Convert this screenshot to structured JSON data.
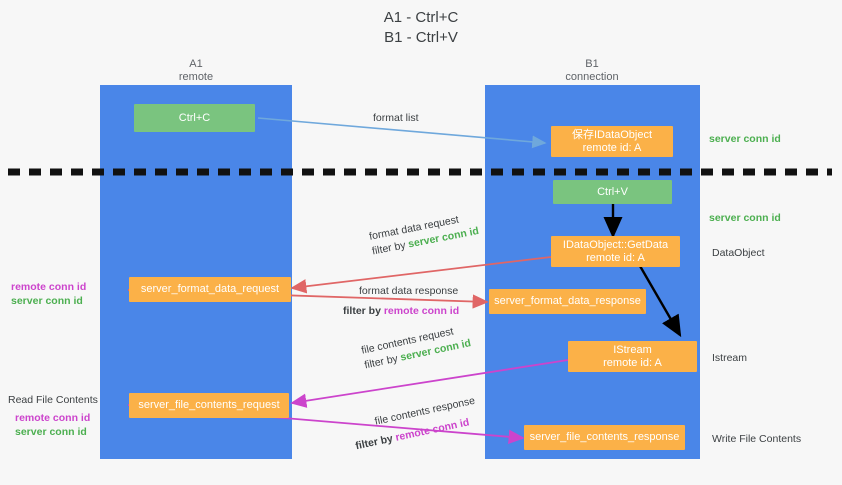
{
  "title": {
    "line1": "A1 - Ctrl+C",
    "line2": "B1 - Ctrl+V"
  },
  "columns": [
    {
      "name": "A1",
      "sub": "remote"
    },
    {
      "name": "B1",
      "sub": "connection"
    }
  ],
  "colors": {
    "lane": "#4a86e8",
    "green_box": "#7ac47f",
    "orange_box": "#fbb148",
    "server_conn_id": "#4caf50",
    "remote_conn_id": "#cc44cc",
    "arrow_blue": "#6fa8dc",
    "arrow_red": "#e06666",
    "arrow_magenta": "#cc44cc",
    "arrow_black": "#000000",
    "background": "#f7f7f7"
  },
  "boxes": [
    {
      "id": "ctrl-c",
      "label": "Ctrl+C",
      "sub": "",
      "style": "green"
    },
    {
      "id": "save-idataobject",
      "label": "保存IDataObject",
      "sub": "remote id: A",
      "style": "orange"
    },
    {
      "id": "ctrl-v",
      "label": "Ctrl+V",
      "sub": "",
      "style": "green"
    },
    {
      "id": "idataobject-getdata",
      "label": "IDataObject::GetData",
      "sub": "remote id: A",
      "style": "orange"
    },
    {
      "id": "server-format-data-request",
      "label": "server_format_data_request",
      "sub": "",
      "style": "orange"
    },
    {
      "id": "server-format-data-response",
      "label": "server_format_data_response",
      "sub": "",
      "style": "orange"
    },
    {
      "id": "istream",
      "label": "IStream",
      "sub": "remote id: A",
      "style": "orange"
    },
    {
      "id": "server-file-contents-request",
      "label": "server_file_contents_request",
      "sub": "",
      "style": "orange"
    },
    {
      "id": "server-file-contents-response",
      "label": "server_file_contents_response",
      "sub": "",
      "style": "orange"
    }
  ],
  "edges": [
    {
      "id": "format-list",
      "label": "format list",
      "filter_prefix": "",
      "filter_value": "",
      "filter_kind": ""
    },
    {
      "id": "format-data-request",
      "label": "format data request",
      "filter_prefix": "filter by ",
      "filter_value": "server conn id",
      "filter_kind": "server"
    },
    {
      "id": "format-data-response",
      "label": "format data response",
      "filter_prefix": "filter by ",
      "filter_value": "remote conn id",
      "filter_kind": "remote"
    },
    {
      "id": "file-contents-request",
      "label": "file contents request",
      "filter_prefix": "filter by ",
      "filter_value": "server conn id",
      "filter_kind": "server"
    },
    {
      "id": "file-contents-response",
      "label": "file contents response",
      "filter_prefix": "filter by ",
      "filter_value": "remote conn id",
      "filter_kind": "remote"
    }
  ],
  "left_notes": [
    {
      "id": "left-conn-ids-1",
      "remote": "remote conn id",
      "server": "server conn id"
    },
    {
      "id": "read-file-contents",
      "heading": "Read File Contents",
      "remote": "remote conn id",
      "server": "server conn id"
    }
  ],
  "right_notes": [
    {
      "id": "right-server-conn-1",
      "text": "server conn id",
      "kind": "server"
    },
    {
      "id": "right-server-conn-2",
      "text": "server conn id",
      "kind": "server"
    },
    {
      "id": "right-dataobject",
      "text": "DataObject",
      "kind": "plain"
    },
    {
      "id": "right-istream",
      "text": "Istream",
      "kind": "plain"
    },
    {
      "id": "right-write-file",
      "text": "Write File Contents",
      "kind": "plain"
    }
  ]
}
